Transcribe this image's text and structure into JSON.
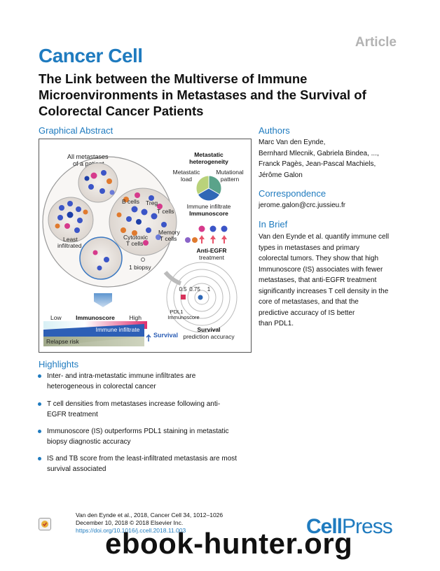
{
  "header": {
    "article_tag": "Article",
    "journal": "Cancer Cell"
  },
  "title": "The Link between the Multiverse of Immune Microenvironments in Metastases and the Survival of Colorectal Cancer Patients",
  "graphical_abstract": {
    "heading": "Graphical Abstract",
    "labels": {
      "all_metastases_1": "All metastases",
      "all_metastases_2": "of a patient",
      "metastatic_1": "Metastatic",
      "metastatic_2": "heterogeneity",
      "metastatic_load_1": "Metastatic",
      "metastatic_load_2": "load",
      "mutational_1": "Mutational",
      "mutational_2": "pattern",
      "immune_infiltrate": "Immune infiltrate",
      "immunoscore": "Immunoscore",
      "b_cells": "B cells",
      "treg": "Treg",
      "t_cells": "T cells",
      "memory_1": "Memory",
      "memory_2": "T cells",
      "cytotoxic_1": "Cytotoxic",
      "cytotoxic_2": "T cells",
      "least_1": "Least",
      "least_2": "infiltrated",
      "anti_egfr": "Anti-EGFR",
      "treatment": "treatment",
      "one_biopsy": "1 biopsy",
      "tick_05": "0.5",
      "tick_075": "0.75",
      "tick_1": "1",
      "pdl1": "PDL1",
      "immunoscore_small": "Immunoscore",
      "low": "Low",
      "immunoscore_bar": "Immunoscore",
      "high": "High",
      "immune_infiltrate_bar": "Immune infiltrate",
      "survival": "Survival",
      "relapse_risk": "Relapse risk",
      "survival_2": "Survival",
      "prediction_accuracy": "prediction accuracy"
    }
  },
  "authors": {
    "heading": "Authors",
    "lines": [
      "Marc Van den Eynde,",
      "Bernhard Mlecnik, Gabriela Bindea, ...,",
      "Franck Pagès, Jean-Pascal Machiels,",
      "Jérôme Galon"
    ]
  },
  "correspondence": {
    "heading": "Correspondence",
    "email": "jerome.galon@crc.jussieu.fr"
  },
  "in_brief": {
    "heading": "In Brief",
    "lines": [
      "Van den Eynde et al. quantify immune cell",
      "types in metastases and primary",
      "colorectal tumors. They show that high",
      "Immunoscore (IS) associates with fewer",
      "metastases, that anti-EGFR treatment",
      "significantly increases T cell density in the",
      "core of metastases, and that the",
      "predictive accuracy of IS better",
      "than PDL1."
    ]
  },
  "highlights": {
    "heading": "Highlights",
    "items": [
      [
        "Inter- and intra-metastatic immune infiltrates are",
        "heterogeneous in colorectal cancer"
      ],
      [
        "T cell densities from metastases increase following anti-",
        "EGFR treatment"
      ],
      [
        "Immunoscore (IS) outperforms PDL1 staining in metastatic",
        "biopsy diagnostic accuracy"
      ],
      [
        "IS and TB score from the least-infiltrated metastasis are most",
        "survival associated"
      ]
    ]
  },
  "footer": {
    "line1": "Van den Eynde et al., 2018, Cancer Cell 34, 1012–1026",
    "line2": "December 10, 2018 © 2018 Elsevier Inc.",
    "doi": "https://doi.org/10.1016/j.ccell.2018.11.003"
  },
  "brand": {
    "cell": "Cell",
    "press": "Press"
  },
  "watermark": "ebook-hunter.org",
  "colors": {
    "accent": "#1f7bbf",
    "grey_tag": "#b3b3b3"
  }
}
